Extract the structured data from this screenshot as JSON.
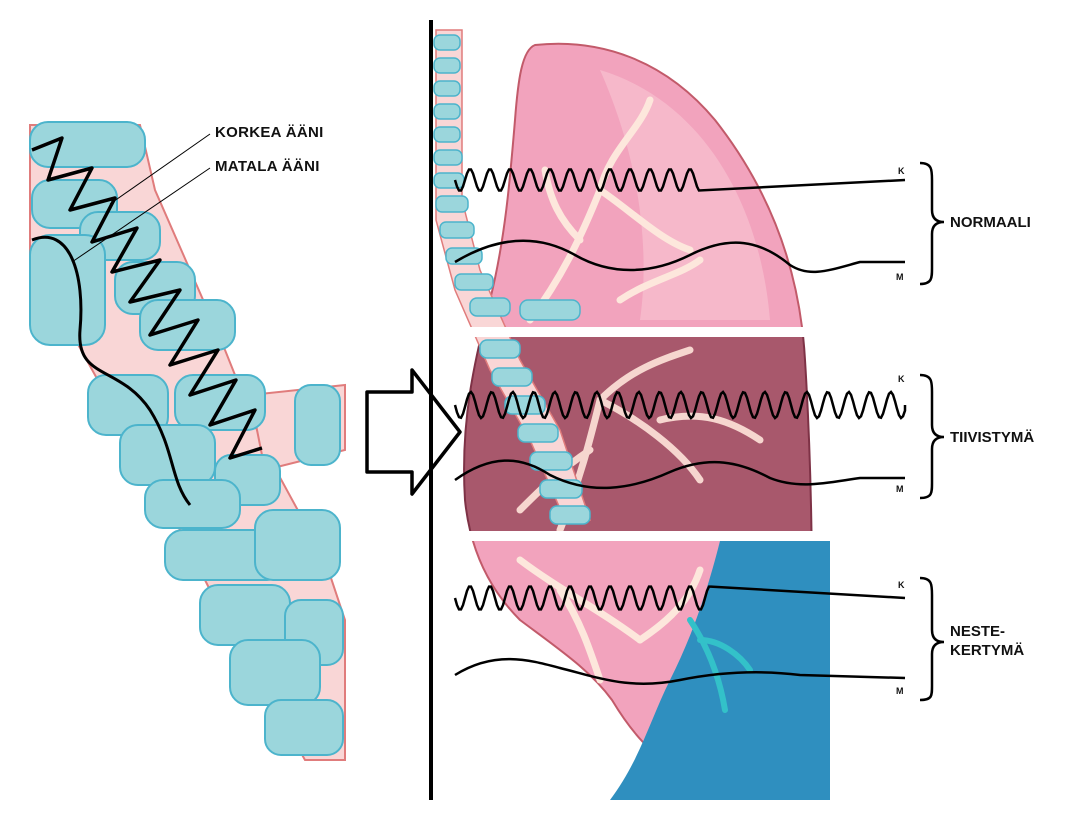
{
  "labels": {
    "high_sound": "KORKEA ÄÄNI",
    "low_sound": "MATALA ÄÄNI"
  },
  "sections": [
    {
      "id": "normal",
      "label": "NORMAALI",
      "k": "K",
      "m": "M"
    },
    {
      "id": "consolidation",
      "label": "TIIVISTYMÄ",
      "k": "K",
      "m": "M"
    },
    {
      "id": "effusion",
      "label": "NESTE-\nKERTYMÄ",
      "k": "K",
      "m": "M"
    }
  ],
  "colors": {
    "lung_pink": "#f2a3bd",
    "lung_pink_light": "#f8c9d8",
    "consolidation": "#a8586c",
    "fluid_blue": "#2f8fbf",
    "bronchus_teal": "#9bd6dc",
    "bronchus_stroke": "#4cb4cc",
    "airway_pink": "#f9d6d6",
    "wave": "#000000"
  },
  "icons": {
    "arrow": "arrow-right-outline-icon",
    "bracket": "curly-brace-icon"
  }
}
